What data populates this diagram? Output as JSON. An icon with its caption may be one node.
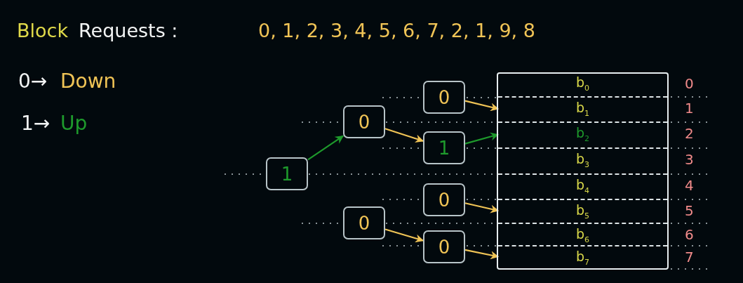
{
  "diagram": {
    "nodes": [
      {
        "text": [
          "1"
        ]
      },
      {
        "text": [
          "0"
        ]
      },
      {
        "text": [
          "0"
        ]
      },
      {
        "text": [
          "0"
        ]
      },
      {
        "text": [
          "1"
        ]
      },
      {
        "text": [
          "0"
        ]
      },
      {
        "text": [
          "0"
        ]
      },
      {
        "text": [],
        "shape": "box"
      },
      {
        "text": [
          "b$_{0}$"
        ],
        "in": 7
      },
      {
        "text": [
          "b$_{1}$"
        ],
        "in": 7
      },
      {
        "text": [
          "b$_{2}$"
        ],
        "in": 7
      },
      {
        "text": [
          "b$_{3}$"
        ],
        "in": 7
      },
      {
        "text": [
          "b$_{4}$"
        ],
        "in": 7
      },
      {
        "text": [
          "b$_{5}$"
        ],
        "in": 7
      },
      {
        "text": [
          "b$_{6}$"
        ],
        "in": 7
      },
      {
        "text": [
          "b$_{7}$"
        ],
        "in": 7
      }
    ],
    "edges": [
      {
        "from": 0,
        "to": 1,
        "arrow": "to",
        "color": "#1e9a2c"
      },
      {
        "from": 1,
        "to": 4,
        "arrow": "to"
      },
      {
        "from": 3,
        "to": 9,
        "arrow": "to"
      },
      {
        "from": 4,
        "to": 10,
        "arrow": "to",
        "color": "#1e9a2c"
      },
      {
        "from": 5,
        "to": 13,
        "arrow": "to"
      },
      {
        "from": 2,
        "to": 6,
        "arrow": "to"
      },
      {
        "from": 6,
        "to": 15,
        "arrow": "to"
      }
    ],
    "labels": [
      "Block",
      "Requests :",
      "0, 1, 2, 3, 4, 5, 6, 7, 2, 1, 9, 8",
      "0→",
      "Down",
      "1→",
      "Up",
      "0",
      "1",
      "2",
      "3",
      "4",
      "5",
      "6",
      "7"
    ]
  }
}
